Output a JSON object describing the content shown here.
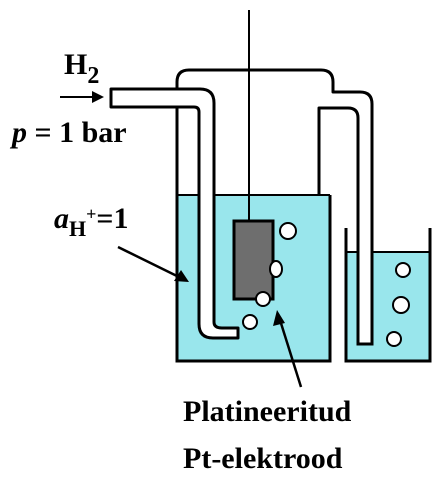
{
  "labels": {
    "gas_name": "H",
    "gas_subscript": "2",
    "pressure_symbol": "p",
    "pressure_value": " = 1 bar",
    "activity_symbol": "a",
    "activity_subscript": "H",
    "activity_superscript": "+",
    "activity_value": "=1",
    "electrode_line1": "Platineeritud",
    "electrode_line2": "Pt-elektrood"
  },
  "colors": {
    "solution": "#99E6EC",
    "electrode": "#6E6E6E",
    "outline": "#000000",
    "background": "#FFFFFF"
  }
}
